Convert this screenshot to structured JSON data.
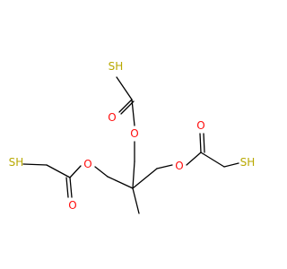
{
  "molecule": {
    "colors": {
      "bond": "#000000",
      "oxygen": "#ff0d0d",
      "sulfur": "#b8a800"
    },
    "atoms": {
      "o1": "O",
      "o2": "O",
      "o3": "O",
      "o4": "O",
      "o5": "O",
      "o6": "O",
      "s1": "SH",
      "s2": "SH",
      "s3": "SH"
    }
  }
}
